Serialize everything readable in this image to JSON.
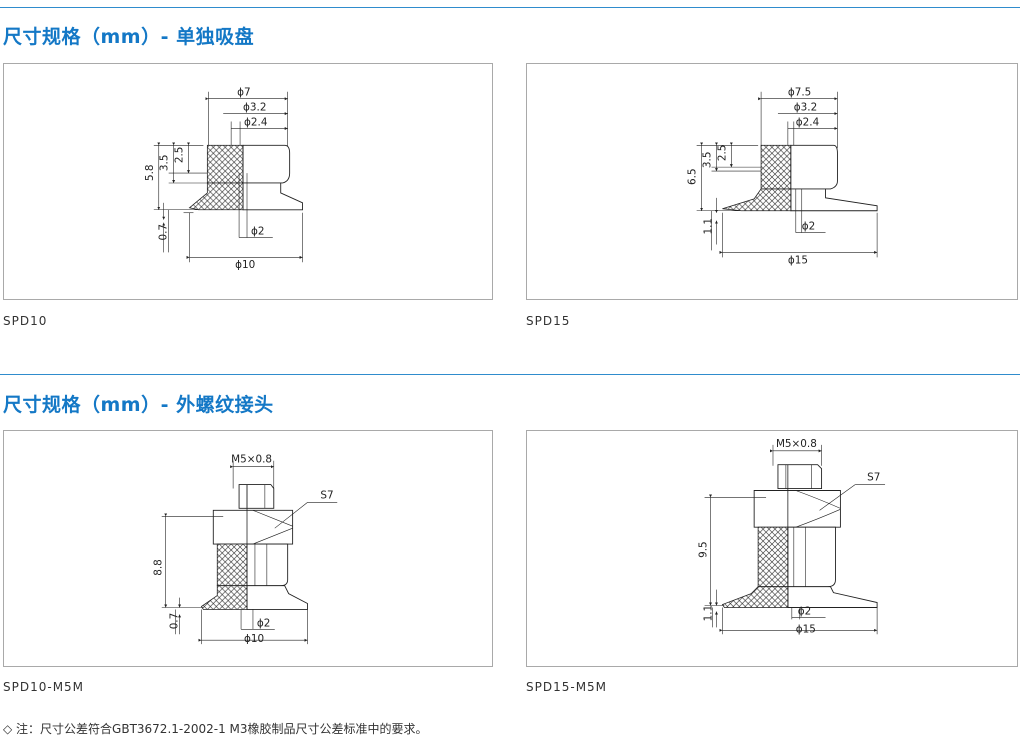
{
  "sections": [
    {
      "title": "尺寸规格（mm）- 单独吸盘"
    },
    {
      "title": "尺寸规格（mm）- 外螺纹接头"
    }
  ],
  "panels": {
    "spd10": {
      "caption": "SPD10",
      "labels": {
        "d_outer": "ϕ7",
        "d_mid": "ϕ3.2",
        "d_inner": "ϕ2.4",
        "h_total": "5.8",
        "h_a": "3.5",
        "h_b": "2.5",
        "h_lip": "0.7",
        "d_hole": "ϕ2",
        "d_cup": "ϕ10"
      }
    },
    "spd15": {
      "caption": "SPD15",
      "labels": {
        "d_outer": "ϕ7.5",
        "d_mid": "ϕ3.2",
        "d_inner": "ϕ2.4",
        "h_total": "6.5",
        "h_a": "3.5",
        "h_b": "2.5",
        "h_lip": "1.1",
        "d_hole": "ϕ2",
        "d_cup": "ϕ15"
      }
    },
    "spd10m5m": {
      "caption": "SPD10-M5M",
      "labels": {
        "thread": "M5×0.8",
        "hex": "S7",
        "h_total": "8.8",
        "h_lip": "0.7",
        "d_hole": "ϕ2",
        "d_cup": "ϕ10"
      }
    },
    "spd15m5m": {
      "caption": "SPD15-M5M",
      "labels": {
        "thread": "M5×0.8",
        "hex": "S7",
        "h_total": "9.5",
        "h_lip": "1.1",
        "d_hole": "ϕ2",
        "d_cup": "ϕ15"
      }
    }
  },
  "note": "◇ 注：尺寸公差符合GBT3672.1-2002-1 M3橡胶制品尺寸公差标准中的要求。"
}
